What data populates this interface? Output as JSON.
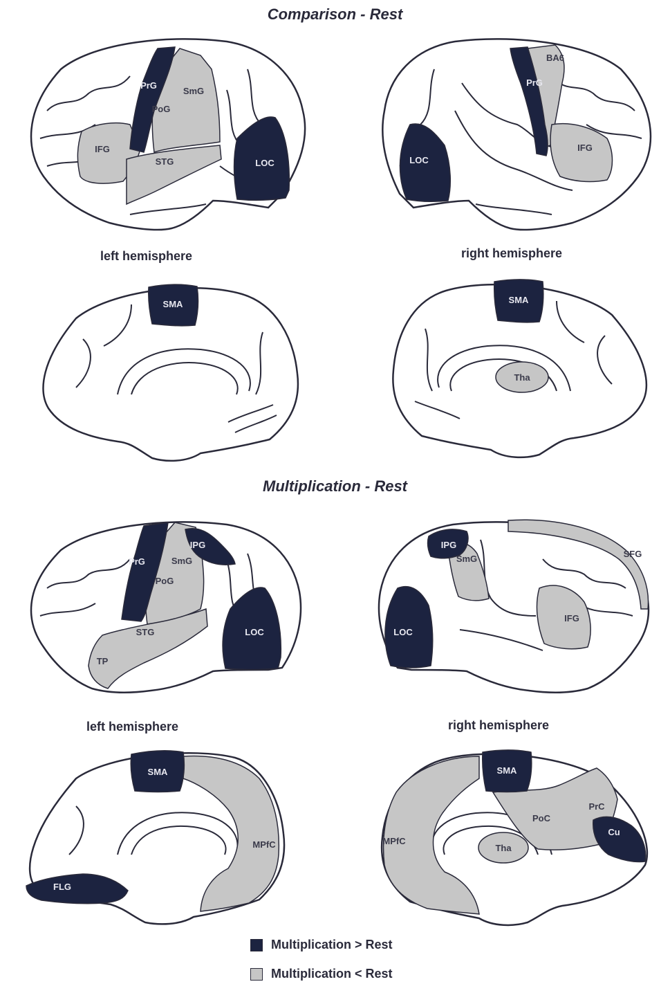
{
  "colors": {
    "greater": "#1c2340",
    "less": "#c6c6c6",
    "outline": "#2a2a3a",
    "label_on_dark": "#e8e8f0",
    "label_on_light": "#3a3a4a"
  },
  "sections": [
    {
      "title": "Comparison - Rest",
      "left_label": "left hemisphere",
      "right_label": "right hemisphere",
      "lateral_left": {
        "regions": [
          "PrG",
          "PoG",
          "SmG",
          "IFG",
          "STG",
          "LOC"
        ]
      },
      "lateral_right": {
        "regions": [
          "BA6",
          "PrG",
          "IFG",
          "LOC"
        ]
      },
      "medial_left": {
        "regions": [
          "SMA"
        ]
      },
      "medial_right": {
        "regions": [
          "SMA",
          "Tha"
        ]
      }
    },
    {
      "title": "Multiplication - Rest",
      "left_label": "left hemisphere",
      "right_label": "right hemisphere",
      "lateral_left": {
        "regions": [
          "PrG",
          "PoG",
          "SmG",
          "IPG",
          "STG",
          "TP",
          "LOC"
        ]
      },
      "lateral_right": {
        "regions": [
          "IPG",
          "SmG",
          "SFG",
          "IFG",
          "LOC"
        ]
      },
      "medial_left": {
        "regions": [
          "SMA",
          "MPfC",
          "FLG"
        ]
      },
      "medial_right": {
        "regions": [
          "SMA",
          "PoC",
          "PrC",
          "Cu",
          "MPfC",
          "Tha"
        ]
      }
    }
  ],
  "legend": [
    {
      "label": "Multiplication > Rest",
      "swatch": "greater"
    },
    {
      "label": "Multiplication < Rest",
      "swatch": "less"
    }
  ]
}
